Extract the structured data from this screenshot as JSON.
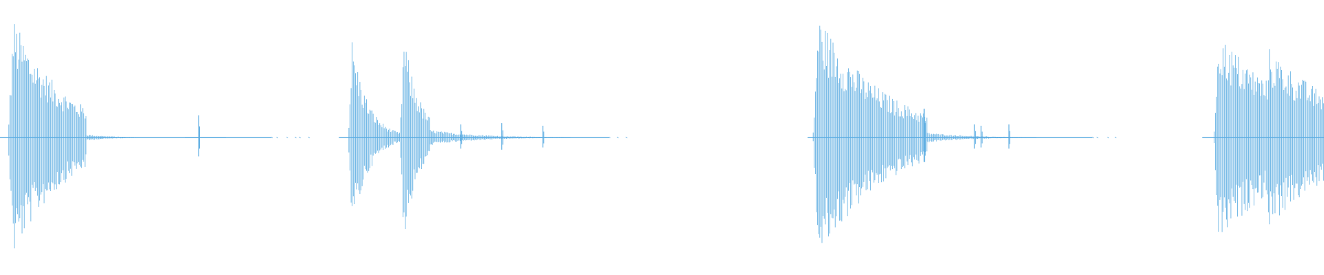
{
  "waveform": {
    "color": "#5DADE2",
    "background": "#FFFFFF",
    "segments": [
      {
        "start": 0.0,
        "end": 0.065,
        "peak": 0.92,
        "attack": 0.004,
        "lobes": [
          {
            "c": 0.01,
            "a": 1.0
          }
        ],
        "decay": 0.04
      },
      {
        "start": 0.065,
        "end": 0.205,
        "peak": 0.06,
        "attack": 0.0,
        "lobes": [
          {
            "c": 0.065,
            "a": 0.4
          }
        ],
        "decay": 0.02
      },
      {
        "start": 0.256,
        "end": 0.325,
        "peak": 0.8,
        "attack": 0.003,
        "lobes": [
          {
            "c": 0.266,
            "a": 0.95
          },
          {
            "c": 0.305,
            "a": 1.0
          }
        ],
        "decay": 0.012
      },
      {
        "start": 0.325,
        "end": 0.46,
        "peak": 0.12,
        "attack": 0.0,
        "lobes": [
          {
            "c": 0.325,
            "a": 0.5
          }
        ],
        "decay": 0.035
      },
      {
        "start": 0.61,
        "end": 0.7,
        "peak": 0.95,
        "attack": 0.004,
        "lobes": [
          {
            "c": 0.618,
            "a": 1.0
          }
        ],
        "decay": 0.05
      },
      {
        "start": 0.7,
        "end": 0.825,
        "peak": 0.08,
        "attack": 0.0,
        "lobes": [
          {
            "c": 0.7,
            "a": 0.5
          }
        ],
        "decay": 0.03
      },
      {
        "start": 0.908,
        "end": 1.0,
        "peak": 0.82,
        "attack": 0.003,
        "lobes": [
          {
            "c": 0.92,
            "a": 1.0
          },
          {
            "c": 0.958,
            "a": 0.85
          }
        ],
        "decay": 0.06
      }
    ],
    "spikes": [
      {
        "x": 0.15,
        "amp": 0.17
      },
      {
        "x": 0.348,
        "amp": 0.1
      },
      {
        "x": 0.379,
        "amp": 0.11
      },
      {
        "x": 0.41,
        "amp": 0.09
      },
      {
        "x": 0.698,
        "amp": 0.22
      },
      {
        "x": 0.736,
        "amp": 0.1
      },
      {
        "x": 0.741,
        "amp": 0.09
      },
      {
        "x": 0.762,
        "amp": 0.1
      }
    ]
  }
}
